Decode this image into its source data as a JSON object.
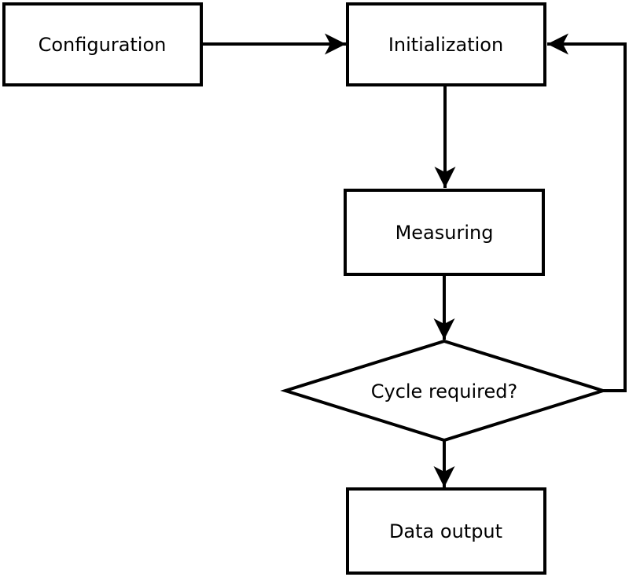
{
  "diagram": {
    "type": "flowchart",
    "background_color": "#ffffff",
    "line_color": "#000000",
    "node_fill_color": "#ffffff",
    "text_color": "#000000",
    "nodes": [
      {
        "id": "configuration",
        "label": "Configuration",
        "shape": "rectangle"
      },
      {
        "id": "initialization",
        "label": "Initialization",
        "shape": "rectangle"
      },
      {
        "id": "measuring",
        "label": "Measuring",
        "shape": "rectangle"
      },
      {
        "id": "cycle_required",
        "label": "Cycle required?",
        "shape": "diamond"
      },
      {
        "id": "data_output",
        "label": "Data output",
        "shape": "rectangle"
      }
    ],
    "edges": [
      {
        "from": "configuration",
        "to": "initialization",
        "direction": "right"
      },
      {
        "from": "initialization",
        "to": "measuring",
        "direction": "down"
      },
      {
        "from": "measuring",
        "to": "cycle_required",
        "direction": "down"
      },
      {
        "from": "cycle_required",
        "to": "data_output",
        "direction": "down"
      },
      {
        "from": "cycle_required",
        "to": "initialization",
        "direction": "right-up-loop"
      }
    ]
  }
}
